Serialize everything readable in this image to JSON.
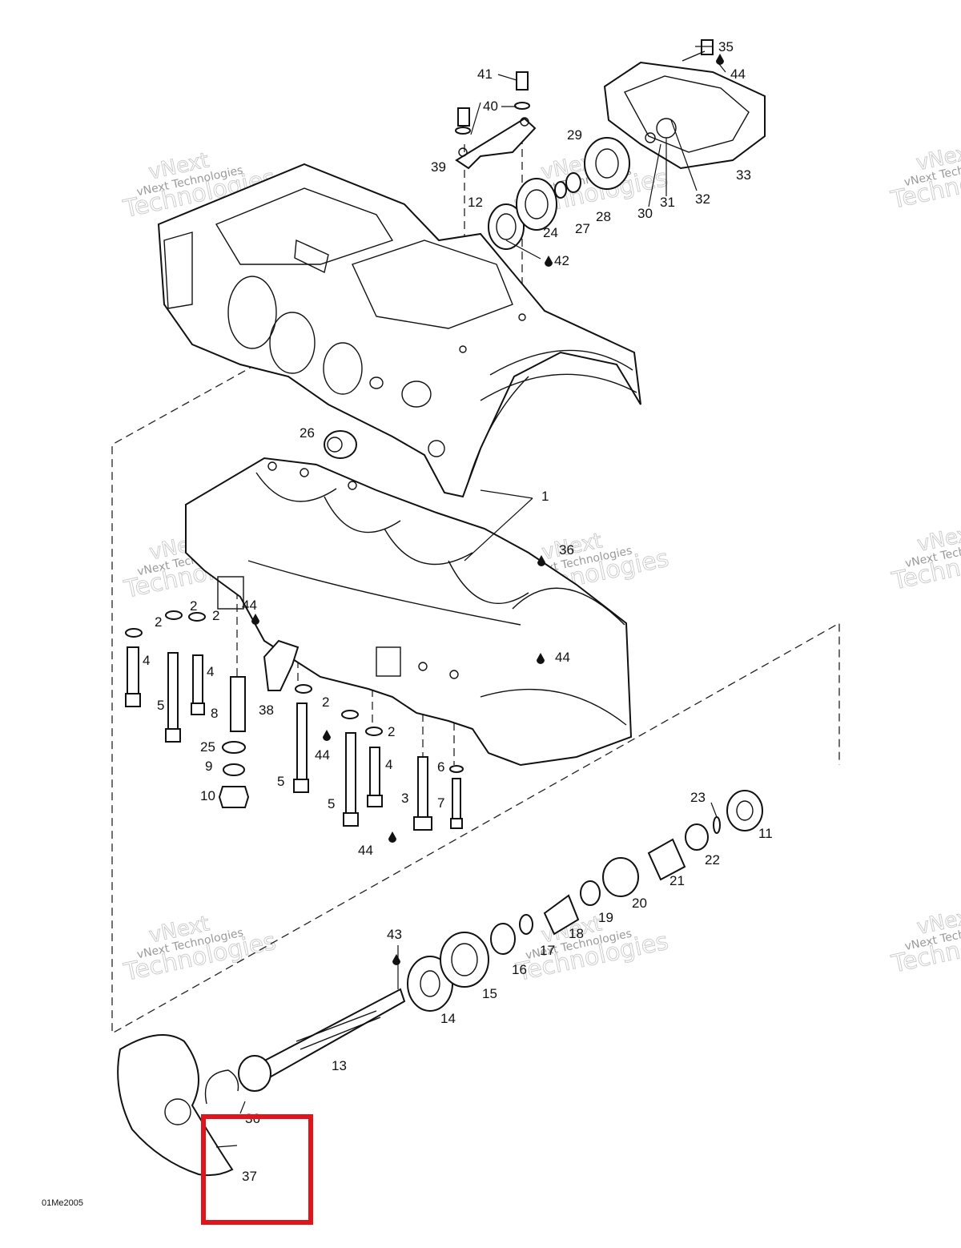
{
  "diagram_code": "01Me2005",
  "watermark": {
    "line1": "vNext",
    "line2": "Technologies",
    "small": "vNext Technologies"
  },
  "highlight_color": "#e0141b",
  "callouts": {
    "c1": "1",
    "c2": "2",
    "c3": "3",
    "c4": "4",
    "c5": "5",
    "c6": "6",
    "c7": "7",
    "c8": "8",
    "c9": "9",
    "c10": "10",
    "c11": "11",
    "c12": "12",
    "c13": "13",
    "c14": "14",
    "c15": "15",
    "c16": "16",
    "c17": "17",
    "c18": "18",
    "c19": "19",
    "c20": "20",
    "c21": "21",
    "c22": "22",
    "c23": "23",
    "c24": "24",
    "c25": "25",
    "c26": "26",
    "c27": "27",
    "c28": "28",
    "c29": "29",
    "c30": "30",
    "c31": "31",
    "c32": "32",
    "c33": "33",
    "c35": "35",
    "c36": "36",
    "c37": "37",
    "c38": "38",
    "c39": "39",
    "c40": "40",
    "c41": "41",
    "c42": "42",
    "c43": "43",
    "c44": "44"
  }
}
